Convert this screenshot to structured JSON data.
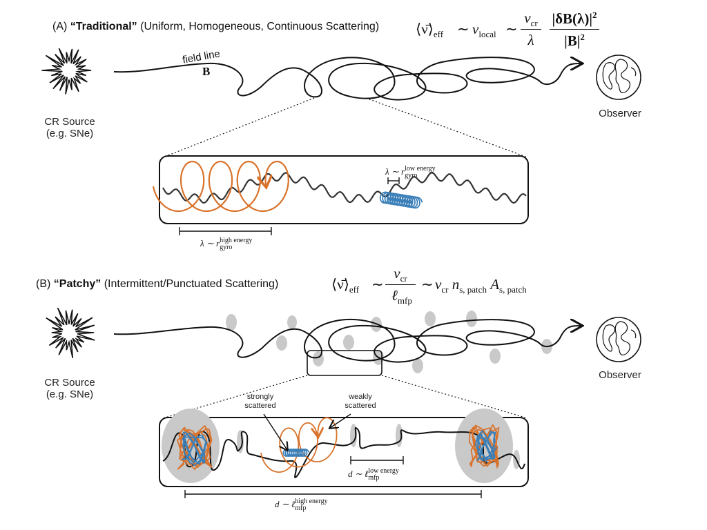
{
  "panel_a": {
    "label": "(A)",
    "title_quoted": "“Traditional”",
    "subtitle": "(Uniform, Homogeneous, Continuous Scattering)",
    "field_line_label": "field line",
    "field_symbol": "B",
    "source_label": "CR Source",
    "source_sub": "(e.g. SNe)",
    "observer_label": "Observer",
    "equation": {
      "lhs": "⟨ν̄⟩",
      "lhs_sub": "eff",
      "sim1": "∼",
      "nu_local": "ν",
      "nu_local_sub": "local",
      "sim2": "∼",
      "frac1_num": "v",
      "frac1_num_sub": "cr",
      "frac1_den": "λ",
      "frac2_num": "|δB(λ)|",
      "frac2_num_sup": "2",
      "frac2_den": "|B|",
      "frac2_den_sup": "2"
    },
    "inset_high": {
      "lambda": "λ ∼ r",
      "sub": "gyro",
      "sup": "high energy"
    },
    "inset_low": {
      "lambda": "λ ∼ r",
      "sub": "gyro",
      "sup": "low energy"
    }
  },
  "panel_b": {
    "label": "(B)",
    "title_quoted": "“Patchy”",
    "subtitle": "(Intermittent/Punctuated Scattering)",
    "source_label": "CR Source",
    "source_sub": "(e.g. SNe)",
    "observer_label": "Observer",
    "equation": {
      "lhs": "⟨ν̄⟩",
      "lhs_sub": "eff",
      "sim1": "∼",
      "frac_num": "v",
      "frac_num_sub": "cr",
      "frac_den": "ℓ",
      "frac_den_sub": "mfp",
      "sim2": "∼",
      "rhs": "v",
      "rhs_sub": "cr",
      "n": "n",
      "n_sub": "s, patch",
      "A": "A",
      "A_sub": "s, patch"
    },
    "strongly_label": "strongly\nscattered",
    "weakly_label": "weakly\nscattered",
    "meas_low": {
      "d": "d ∼ ℓ",
      "sub": "mfp",
      "sup": "low energy"
    },
    "meas_high": {
      "d": "d ∼ ℓ",
      "sub": "mfp",
      "sup": "high energy"
    }
  },
  "colors": {
    "high_energy": "#d9722a",
    "low_energy": "#3a7fb8",
    "patch": "#c9c9c9",
    "line": "#111111"
  },
  "icons": [
    "starburst-icon",
    "globe-icon"
  ]
}
